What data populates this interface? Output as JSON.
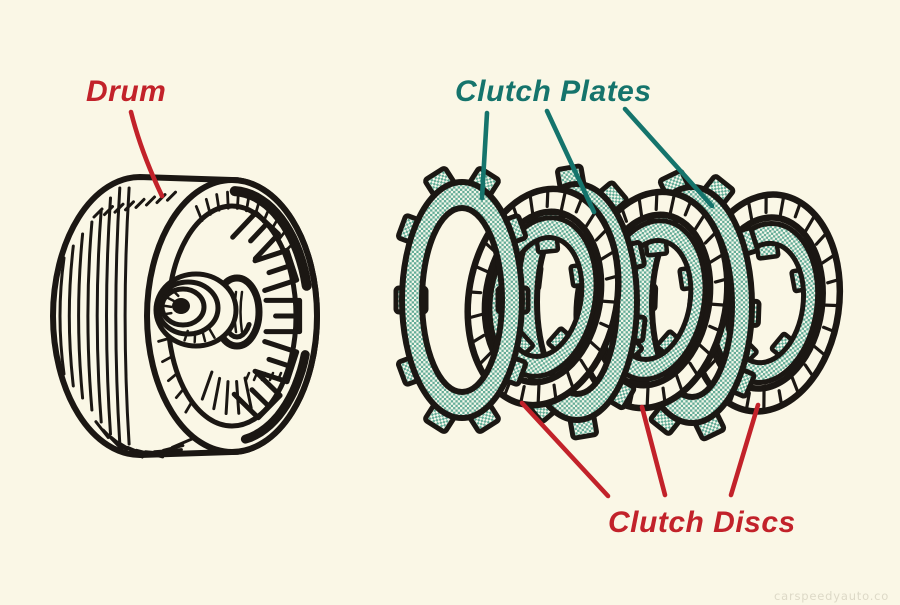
{
  "labels": {
    "drum": "Drum",
    "clutch_plates": "Clutch Plates",
    "clutch_discs": "Clutch Discs"
  },
  "watermark": "carspeedyauto.co",
  "colors": {
    "paper_cream": "#FAF7E6",
    "ink": "#1B1713",
    "label_red": "#C2222A",
    "label_teal": "#15746C",
    "checker_teal": "#63AC97",
    "checker_light": "#F3F7EA",
    "watermark_gray": "#DDD9C7"
  },
  "diagram": {
    "type": "exploded-parts-illustration",
    "parts": [
      {
        "name": "Drum",
        "label_color": "#C2222A",
        "leader_lines": 1,
        "count_shown": 1
      },
      {
        "name": "Clutch Plates",
        "label_color": "#15746C",
        "leader_lines": 3,
        "count_shown": 3
      },
      {
        "name": "Clutch Discs",
        "label_color": "#C2222A",
        "leader_lines": 3,
        "count_shown": 3
      }
    ]
  }
}
